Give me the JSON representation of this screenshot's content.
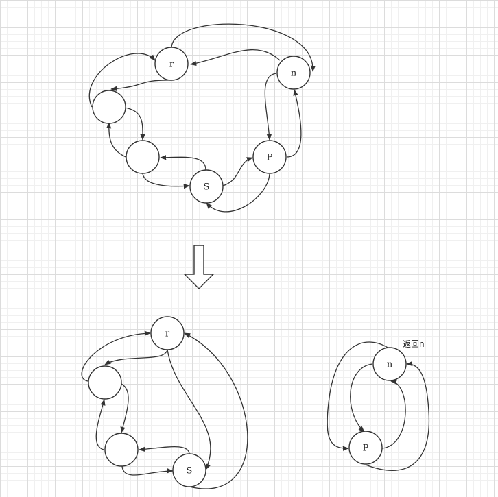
{
  "top_graph": {
    "node_r": "r",
    "node_n": "n",
    "node_p": "P",
    "node_s": "S",
    "node_a": "",
    "node_b": ""
  },
  "bottom_left_graph": {
    "node_r": "r",
    "node_s": "S",
    "node_a": "",
    "node_b": ""
  },
  "bottom_right_graph": {
    "node_n": "n",
    "node_p": "P",
    "return_note": "返回n"
  }
}
